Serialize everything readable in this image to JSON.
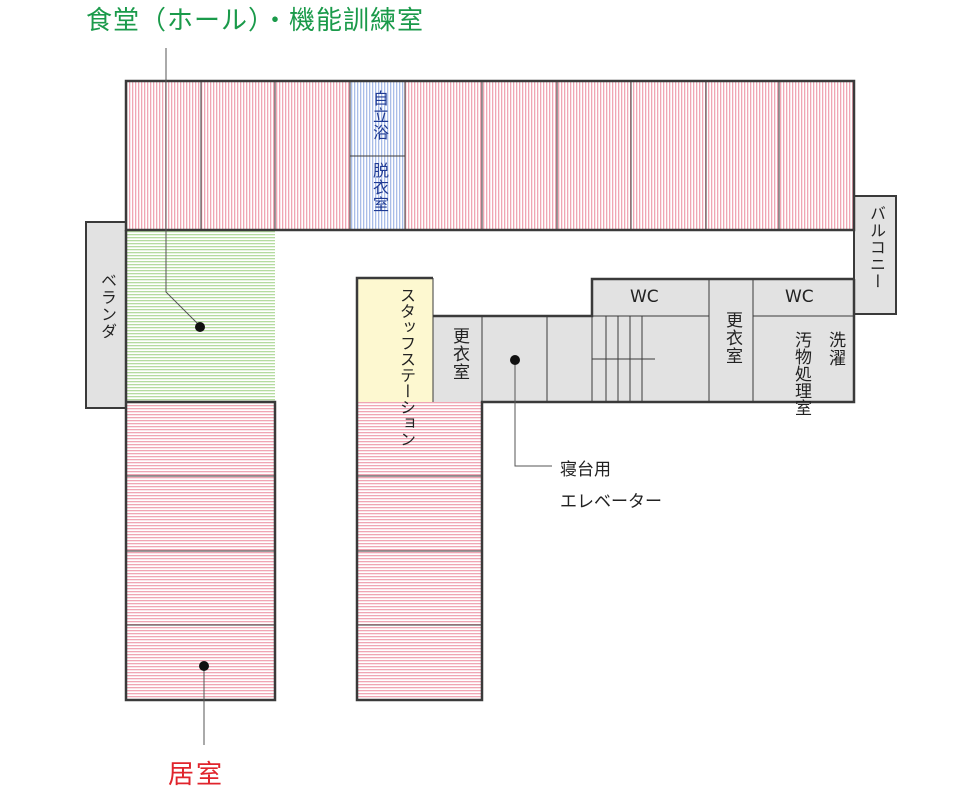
{
  "labels": {
    "dining_training": "食堂（ホール）・機能訓練室",
    "living_rooms": "居室",
    "independent_bath": "自立浴",
    "undressing_room": "脱衣室",
    "balcony": "バルコニー",
    "veranda": "ベランダ",
    "staff_station": "スタッフステーション",
    "changing_room_1": "更衣室",
    "changing_room_2": "更衣室",
    "wc_1": "WC",
    "wc_2": "WC",
    "laundry": "洗濯",
    "soiled_utility": "汚物処理室",
    "bed_elevator_line1": "寝台用",
    "bed_elevator_line2": "エレベーター"
  },
  "colors": {
    "dining_green": "#1a9a4a",
    "living_red": "#e0242c",
    "wall": "#3a3a3a",
    "gray_room": "#e2e2e2",
    "staff_yellow": "#fdf8d0",
    "bath_blue": "#2b4fb3"
  }
}
